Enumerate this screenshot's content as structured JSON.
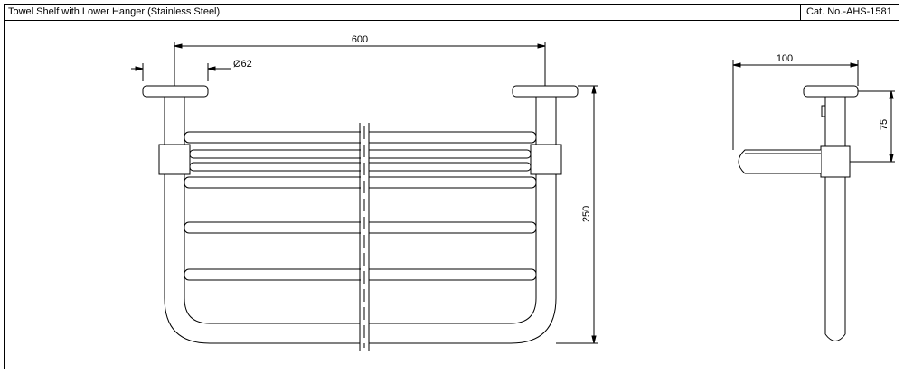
{
  "title": "Towel Shelf with Lower Hanger (Stainless Steel)",
  "catalog": "Cat. No.-AHS-1581",
  "dimensions": {
    "width": "600",
    "diameter": "Ø62",
    "height": "250",
    "depth": "100",
    "bracket_height": "75"
  }
}
